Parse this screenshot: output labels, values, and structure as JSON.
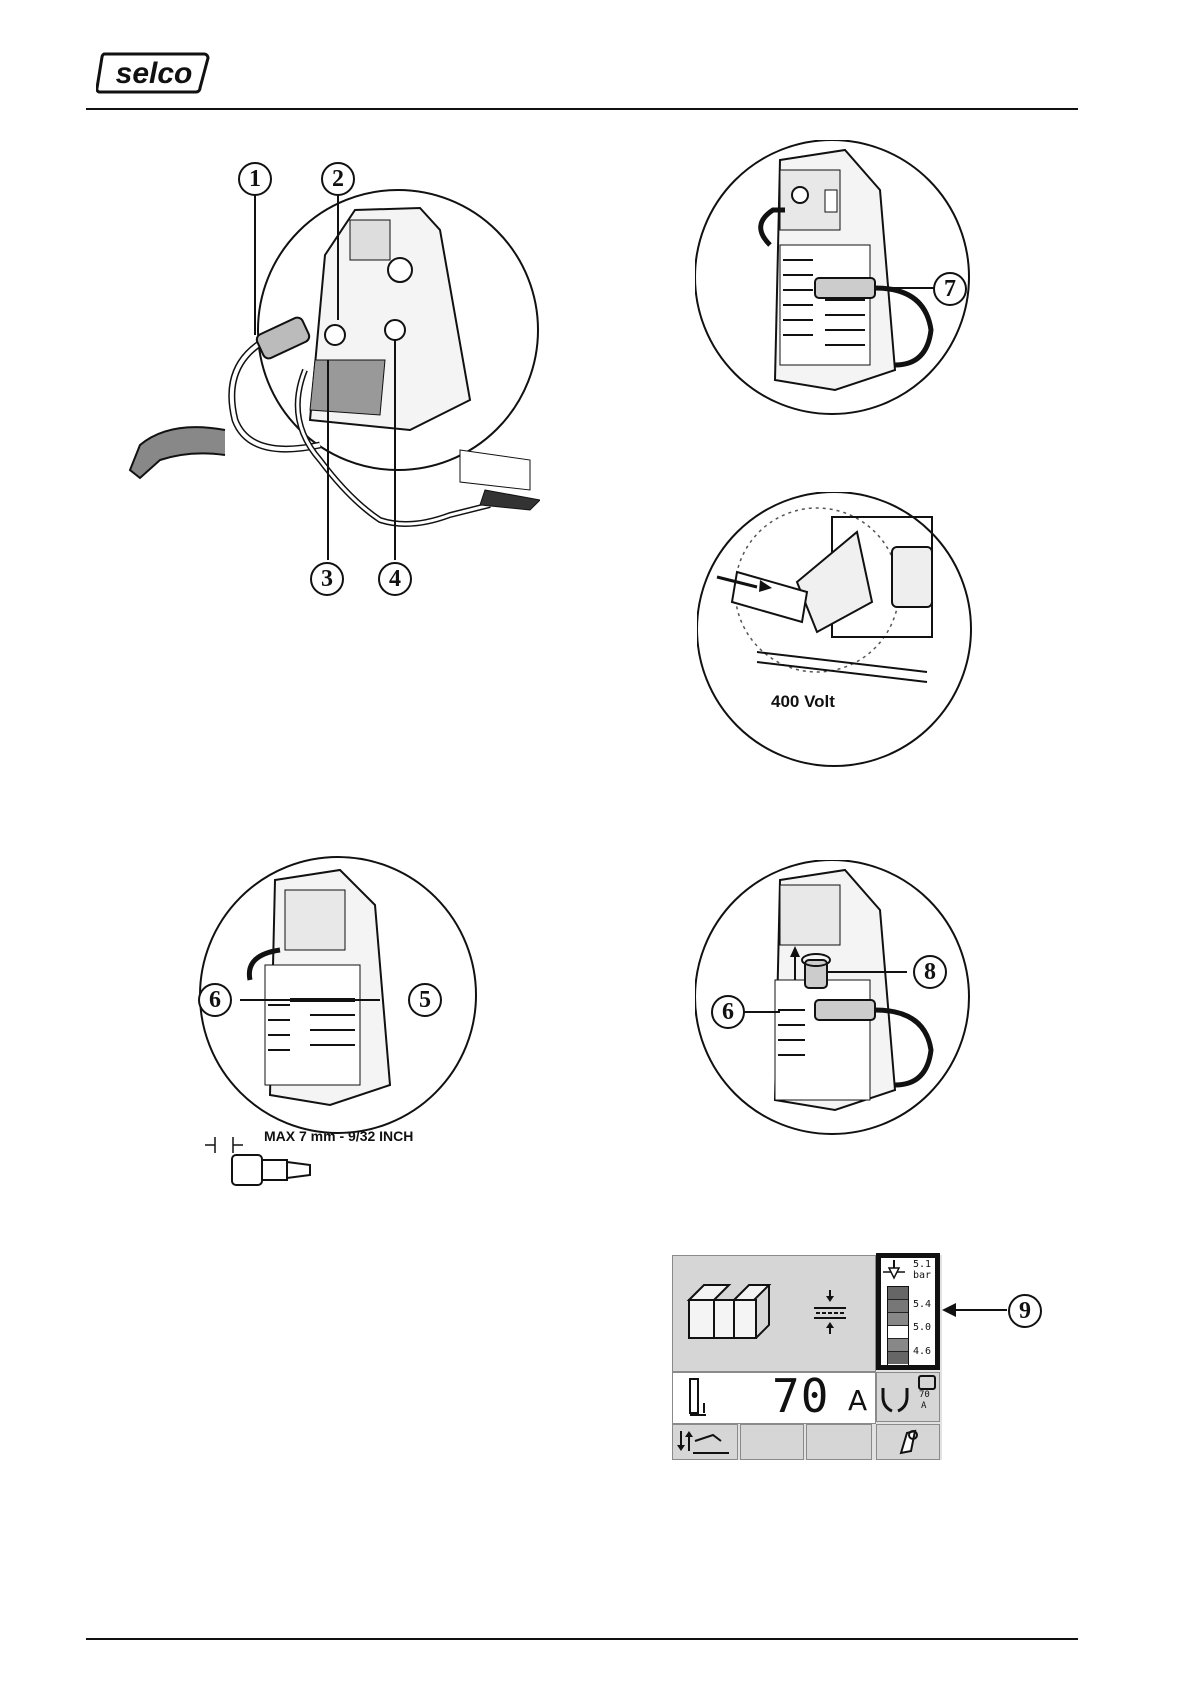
{
  "header": {
    "brand": "selco"
  },
  "figures": {
    "torch_connection": {
      "callouts": [
        "1",
        "2",
        "3",
        "4"
      ]
    },
    "gas_connection": {
      "callouts": [
        "7"
      ]
    },
    "power_plug": {
      "voltage_label": "400 Volt"
    },
    "gas_hose_fitting": {
      "callouts": [
        "6",
        "5"
      ],
      "max_length_label": "MAX 7 mm - 9/32 INCH"
    },
    "pressure_regulator": {
      "callouts": [
        "8",
        "6"
      ]
    },
    "control_panel": {
      "callout": "9",
      "pressure_reading": "5.1",
      "pressure_unit": "bar",
      "scale_values": [
        "5.4",
        "5.0",
        "4.6"
      ],
      "current_value": "70",
      "current_unit": "A",
      "mini_current_value": "70",
      "mini_current_unit": "A",
      "thickness_icon": "thickness-icon",
      "pressure_icon": "gas-pressure-icon",
      "colors": {
        "panel_bg": "#d6d6d6",
        "panel_border": "#8a8a8a",
        "highlight_frame": "#111111"
      }
    }
  }
}
